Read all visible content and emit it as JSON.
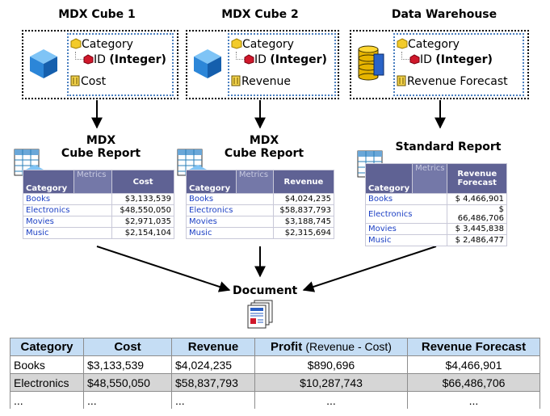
{
  "sources": [
    {
      "title": "MDX Cube 1",
      "category_label": "Category",
      "id_label": "ID",
      "id_type": "(Integer)",
      "metric": "Cost",
      "icon": "cube-icon"
    },
    {
      "title": "MDX Cube 2",
      "category_label": "Category",
      "id_label": "ID",
      "id_type": "(Integer)",
      "metric": "Revenue",
      "icon": "cube-icon"
    },
    {
      "title": "Data Warehouse",
      "category_label": "Category",
      "id_label": "ID",
      "id_type": "(Integer)",
      "metric": "Revenue Forecast",
      "icon": "database-icon"
    }
  ],
  "reports": [
    {
      "title_line1": "MDX",
      "title_line2": "Cube Report",
      "metrics_label": "Metrics",
      "category_header": "Category",
      "value_header": "Cost",
      "rows": [
        [
          "Books",
          "$3,133,539"
        ],
        [
          "Electronics",
          "$48,550,050"
        ],
        [
          "Movies",
          "$2,971,035"
        ],
        [
          "Music",
          "$2,154,104"
        ]
      ]
    },
    {
      "title_line1": "MDX",
      "title_line2": "Cube Report",
      "metrics_label": "Metrics",
      "category_header": "Category",
      "value_header": "Revenue",
      "rows": [
        [
          "Books",
          "$4,024,235"
        ],
        [
          "Electronics",
          "$58,837,793"
        ],
        [
          "Movies",
          "$3,188,745"
        ],
        [
          "Music",
          "$2,315,694"
        ]
      ]
    },
    {
      "title_line1": "",
      "title_line2": "Standard Report",
      "metrics_label": "Metrics",
      "category_header": "Category",
      "value_header": "Revenue Forecast",
      "rows": [
        [
          "Books",
          "$ 4,466,901"
        ],
        [
          "Electronics",
          "$ 66,486,706"
        ],
        [
          "Movies",
          "$ 3,445,838"
        ],
        [
          "Music",
          "$ 2,486,477"
        ]
      ]
    }
  ],
  "document": {
    "label": "Document",
    "headers": [
      "Category",
      "Cost",
      "Revenue",
      "Profit",
      "(Revenue - Cost)",
      "Revenue Forecast"
    ],
    "rows": [
      [
        "Books",
        "$3,133,539",
        "$4,024,235",
        "$890,696",
        "$4,466,901"
      ],
      [
        "Electronics",
        "$48,550,050",
        "$58,837,793",
        "$10,287,743",
        "$66,486,706"
      ],
      [
        "...",
        "...",
        "...",
        "...",
        "..."
      ]
    ]
  },
  "colors": {
    "report_header": "#5f6294",
    "category_link": "#1b3fc4",
    "doc_header": "#c5ddf4",
    "attr_border": "#4a7fc0"
  }
}
